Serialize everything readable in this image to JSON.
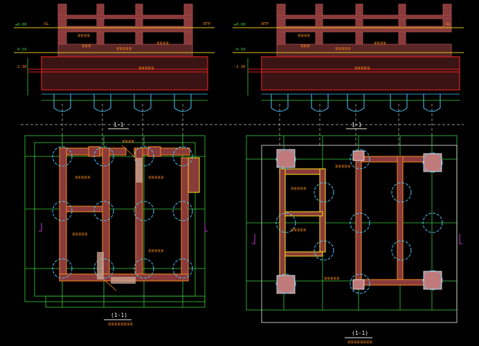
{
  "drawing": {
    "background": "#000000",
    "colors": {
      "wall": "#8a3a3a",
      "wall_edge": "#a04848",
      "beam_red": "#e02020",
      "ground_yellow": "#e6c619",
      "pile_cyan": "#4cc7ff",
      "grid_green": "#3ecf3e",
      "dim_green": "#31c431",
      "callout_orange": "#ff8c1a",
      "hatch": "#c8a090",
      "section_mark": "#c040c0",
      "title_white": "#f2f2f2",
      "dashed_white": "#c8c8c8",
      "pile_cap_pink": "#c07a7a"
    },
    "left_section": {
      "marker": "1-1",
      "elev_top": "±0.00",
      "elev_mid": "-0.50",
      "elev_bot": "-2.30",
      "tag_left": "GL",
      "tag_right": "BTP",
      "notes": [
        "某某某某",
        "某某某某",
        "某某某",
        "某某某某某",
        "某某某某某"
      ]
    },
    "right_section": {
      "marker": "1-1",
      "elev_top": "±0.00",
      "elev_mid": "-0.50",
      "elev_bot": "-2.30",
      "tag_left": "BTP",
      "tag_right": "GL",
      "notes": [
        "某某某某",
        "某某某某",
        "某某某",
        "某某某某某",
        "某某某某某"
      ]
    },
    "left_plan": {
      "title": "(1-1)",
      "subtitle": "某某某某某某某某",
      "callouts": [
        "某某某某",
        "某某某某某",
        "某某某某某",
        "某某某某某",
        "某某某某某"
      ]
    },
    "right_plan": {
      "title": "(1-1)",
      "subtitle": "某某某某某某某某",
      "callouts": [
        "某某某某某",
        "某某某某某",
        "某某某某某",
        "某某某某某"
      ]
    }
  }
}
